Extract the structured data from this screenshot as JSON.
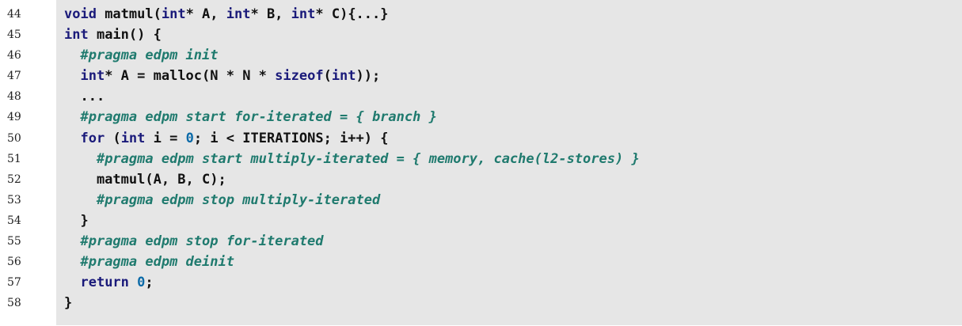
{
  "line_numbers": [
    "44",
    "45",
    "46",
    "47",
    "48",
    "49",
    "50",
    "51",
    "52",
    "53",
    "54",
    "55",
    "56",
    "57",
    "58"
  ],
  "lines": [
    [
      {
        "t": "kw",
        "v": "void"
      },
      {
        "t": "plain",
        "v": " matmul("
      },
      {
        "t": "kw",
        "v": "int"
      },
      {
        "t": "plain",
        "v": "* A, "
      },
      {
        "t": "kw",
        "v": "int"
      },
      {
        "t": "plain",
        "v": "* B, "
      },
      {
        "t": "kw",
        "v": "int"
      },
      {
        "t": "plain",
        "v": "* C){...}"
      }
    ],
    [
      {
        "t": "kw",
        "v": "int"
      },
      {
        "t": "plain",
        "v": " main() {"
      }
    ],
    [
      {
        "t": "plain",
        "v": "  "
      },
      {
        "t": "pragma",
        "v": "#pragma edpm init"
      }
    ],
    [
      {
        "t": "plain",
        "v": "  "
      },
      {
        "t": "kw",
        "v": "int"
      },
      {
        "t": "plain",
        "v": "* A = malloc(N * N * "
      },
      {
        "t": "kw",
        "v": "sizeof"
      },
      {
        "t": "plain",
        "v": "("
      },
      {
        "t": "kw",
        "v": "int"
      },
      {
        "t": "plain",
        "v": "));"
      }
    ],
    [
      {
        "t": "plain",
        "v": "  ..."
      }
    ],
    [
      {
        "t": "plain",
        "v": "  "
      },
      {
        "t": "pragma",
        "v": "#pragma edpm start for-iterated = { branch }"
      }
    ],
    [
      {
        "t": "plain",
        "v": "  "
      },
      {
        "t": "kw",
        "v": "for"
      },
      {
        "t": "plain",
        "v": " ("
      },
      {
        "t": "kw",
        "v": "int"
      },
      {
        "t": "plain",
        "v": " i = "
      },
      {
        "t": "num",
        "v": "0"
      },
      {
        "t": "plain",
        "v": "; i < ITERATIONS; i++) {"
      }
    ],
    [
      {
        "t": "plain",
        "v": "    "
      },
      {
        "t": "pragma",
        "v": "#pragma edpm start multiply-iterated = { memory, cache(l2-stores) }"
      }
    ],
    [
      {
        "t": "plain",
        "v": "    matmul(A, B, C);"
      }
    ],
    [
      {
        "t": "plain",
        "v": "    "
      },
      {
        "t": "pragma",
        "v": "#pragma edpm stop multiply-iterated"
      }
    ],
    [
      {
        "t": "plain",
        "v": "  }"
      }
    ],
    [
      {
        "t": "plain",
        "v": "  "
      },
      {
        "t": "pragma",
        "v": "#pragma edpm stop for-iterated"
      }
    ],
    [
      {
        "t": "plain",
        "v": "  "
      },
      {
        "t": "pragma",
        "v": "#pragma edpm deinit"
      }
    ],
    [
      {
        "t": "plain",
        "v": "  "
      },
      {
        "t": "kw",
        "v": "return"
      },
      {
        "t": "plain",
        "v": " "
      },
      {
        "t": "num",
        "v": "0"
      },
      {
        "t": "plain",
        "v": ";"
      }
    ],
    [
      {
        "t": "plain",
        "v": "}"
      }
    ]
  ],
  "colors": {
    "keyword": "#1a1a7a",
    "number": "#0a6aa8",
    "pragma": "#1f7a6e",
    "background": "#e6e6e6"
  }
}
